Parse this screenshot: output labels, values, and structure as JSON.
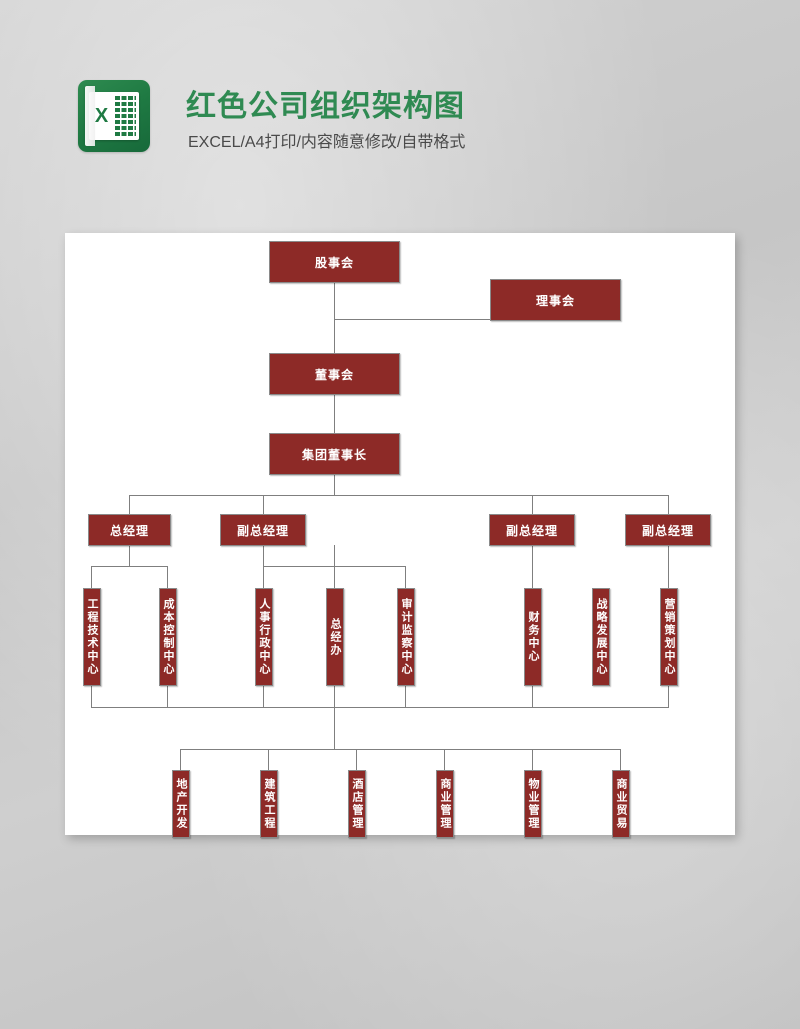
{
  "header": {
    "title": "红色公司组织架构图",
    "subtitle": "EXCEL/A4打印/内容随意修改/自带格式",
    "logo_letter": "X",
    "logo_name": "excel-logo",
    "brand_color": "#2f8a52"
  },
  "chart": {
    "node_color": "#8d2a27",
    "border_color": "#8a8a8a",
    "connector_color": "#7f7f7f",
    "canvas_color": "#ffffff",
    "level1": [
      {
        "id": "shareholders",
        "label": "股事会"
      },
      {
        "id": "council",
        "label": "理事会"
      },
      {
        "id": "board",
        "label": "董事会"
      },
      {
        "id": "chairman",
        "label": "集团董事长"
      }
    ],
    "level2": [
      {
        "id": "gm",
        "label": "总经理"
      },
      {
        "id": "dgm1",
        "label": "副总经理"
      },
      {
        "id": "dgm2",
        "label": "副总经理"
      },
      {
        "id": "dgm3",
        "label": "副总经理"
      }
    ],
    "level3": [
      {
        "id": "eng-tech",
        "label": "工程技术中心"
      },
      {
        "id": "cost-control",
        "label": "成本控制中心"
      },
      {
        "id": "hr-admin",
        "label": "人事行政中心"
      },
      {
        "id": "gm-office",
        "label": "总经办"
      },
      {
        "id": "audit",
        "label": "审计监察中心"
      },
      {
        "id": "finance",
        "label": "财务中心"
      },
      {
        "id": "strategy",
        "label": "战略发展中心"
      },
      {
        "id": "marketing",
        "label": "营销策划中心"
      }
    ],
    "level4": [
      {
        "id": "realestate",
        "label": "地产开发"
      },
      {
        "id": "construction",
        "label": "建筑工程"
      },
      {
        "id": "hotel",
        "label": "酒店管理"
      },
      {
        "id": "commercial-mgmt",
        "label": "商业管理"
      },
      {
        "id": "property-mgmt",
        "label": "物业管理"
      },
      {
        "id": "trade",
        "label": "商业贸易"
      }
    ]
  }
}
